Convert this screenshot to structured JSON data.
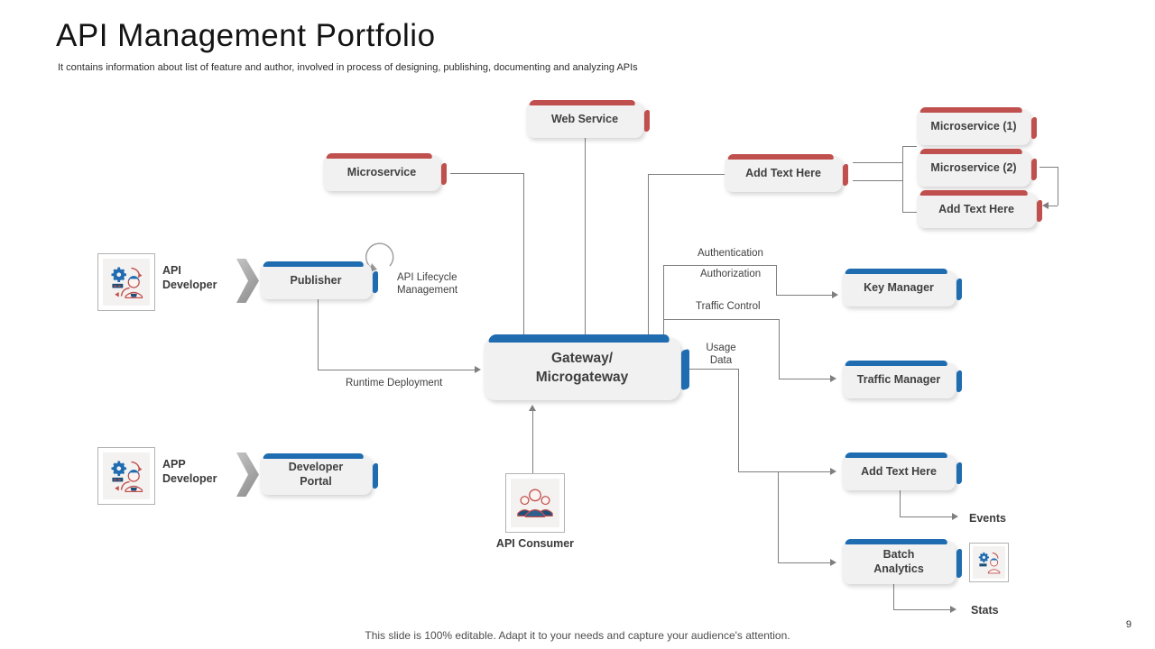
{
  "slide": {
    "title": "API Management Portfolio",
    "subtitle": "It contains information about  list of feature and author, involved in process of designing, publishing, documenting and analyzing APIs",
    "footer": "This slide is 100% editable. Adapt it to your needs and capture your audience's attention.",
    "page_number": "9"
  },
  "colors": {
    "accent_red": "#c0504d",
    "accent_blue": "#1f6cb0",
    "connector_gray": "#7f7f7f",
    "box_background": "#f1f1f2",
    "box_text": "#3f3f3f"
  },
  "actors": {
    "api_developer": {
      "line1": "API",
      "line2": "Developer"
    },
    "app_developer": {
      "line1": "APP",
      "line2": "Developer"
    },
    "api_consumer": {
      "label": "API Consumer"
    }
  },
  "boxes": {
    "web_service": "Web Service",
    "microservice": "Microservice",
    "add_text_mid": "Add Text Here",
    "microservice_1": "Microservice (1)",
    "microservice_2": "Microservice (2)",
    "add_text_right": "Add Text Here",
    "publisher": "Publisher",
    "developer_portal": {
      "line1": "Developer",
      "line2": "Portal"
    },
    "gateway": {
      "line1": "Gateway/",
      "line2": "Microgateway"
    },
    "key_manager": "Key Manager",
    "traffic_manager": "Traffic Manager",
    "add_text_blue": "Add Text Here",
    "batch_analytics": {
      "line1": "Batch",
      "line2": "Analytics"
    }
  },
  "flow_labels": {
    "api_lifecycle": {
      "line1": "API Lifecycle",
      "line2": "Management"
    },
    "runtime_deployment": "Runtime Deployment",
    "authentication": "Authentication",
    "authorization": "Authorization",
    "traffic_control": "Traffic Control",
    "usage_data": {
      "line1": "Usage",
      "line2": "Data"
    },
    "events": "Events",
    "stats": "Stats"
  },
  "icons": {
    "api_developer": "developer-gear-person-icon",
    "app_developer": "developer-gear-person-icon",
    "api_consumer": "consumer-group-icon",
    "batch_analytics_side": "developer-gear-person-icon"
  }
}
